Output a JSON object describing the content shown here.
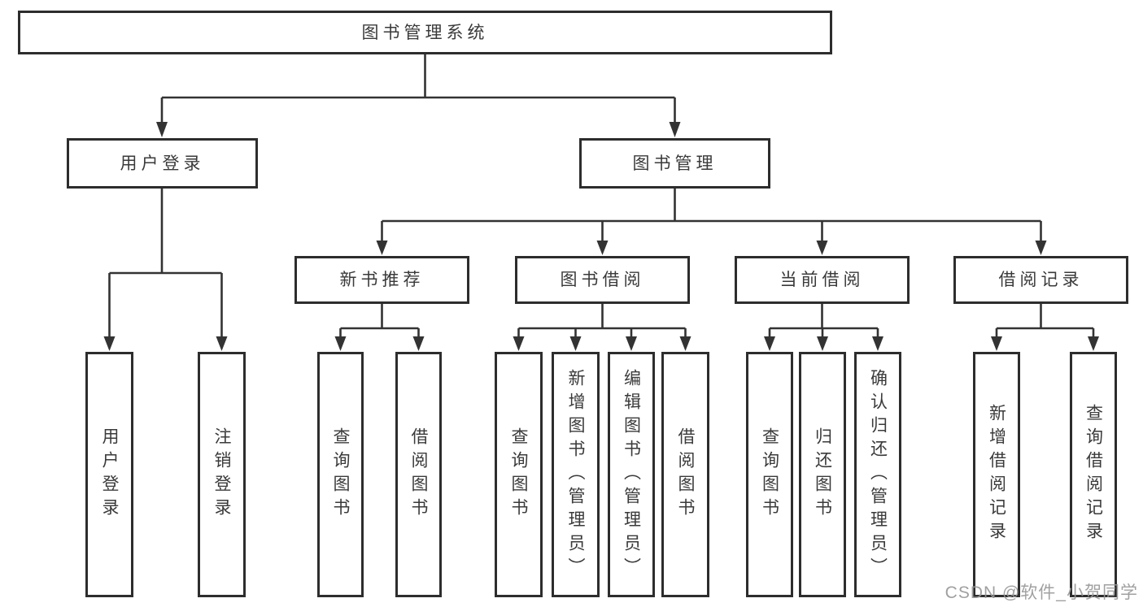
{
  "diagram": {
    "type": "hierarchy-tree",
    "watermark": "CSDN @软件_小贺同学",
    "colors": {
      "background": "#ffffff",
      "box_border": "#2d2d2d",
      "connector": "#333333",
      "text": "#3a3a3a",
      "watermark": "#989898"
    },
    "nodes": {
      "root": {
        "label": "图书管理系统"
      },
      "user_login": {
        "label": "用户登录"
      },
      "book_mgmt": {
        "label": "图书管理"
      },
      "new_book_rec": {
        "label": "新书推荐"
      },
      "book_borrow": {
        "label": "图书借阅"
      },
      "current_borrow": {
        "label": "当前借阅"
      },
      "borrow_record": {
        "label": "借阅记录"
      },
      "leaf_user_login": {
        "label": "用户登录"
      },
      "leaf_logout": {
        "label": "注销登录"
      },
      "leaf_rec_query": {
        "label": "查询图书"
      },
      "leaf_rec_borrow": {
        "label": "借阅图书"
      },
      "leaf_bb_query": {
        "label": "查询图书"
      },
      "leaf_bb_add": {
        "label": "新增图书（管理员）"
      },
      "leaf_bb_edit": {
        "label": "编辑图书（管理员）"
      },
      "leaf_bb_borrow": {
        "label": "借阅图书"
      },
      "leaf_cb_query": {
        "label": "查询图书"
      },
      "leaf_cb_return": {
        "label": "归还图书"
      },
      "leaf_cb_confirm": {
        "label": "确认归还（管理员）"
      },
      "leaf_br_add": {
        "label": "新增借阅记录"
      },
      "leaf_br_query": {
        "label": "查询借阅记录"
      }
    },
    "tree": {
      "root": [
        "user_login",
        "book_mgmt"
      ],
      "user_login": [
        "leaf_user_login",
        "leaf_logout"
      ],
      "book_mgmt": [
        "new_book_rec",
        "book_borrow",
        "current_borrow",
        "borrow_record"
      ],
      "new_book_rec": [
        "leaf_rec_query",
        "leaf_rec_borrow"
      ],
      "book_borrow": [
        "leaf_bb_query",
        "leaf_bb_add",
        "leaf_bb_edit",
        "leaf_bb_borrow"
      ],
      "current_borrow": [
        "leaf_cb_query",
        "leaf_cb_return",
        "leaf_cb_confirm"
      ],
      "borrow_record": [
        "leaf_br_add",
        "leaf_br_query"
      ]
    }
  }
}
